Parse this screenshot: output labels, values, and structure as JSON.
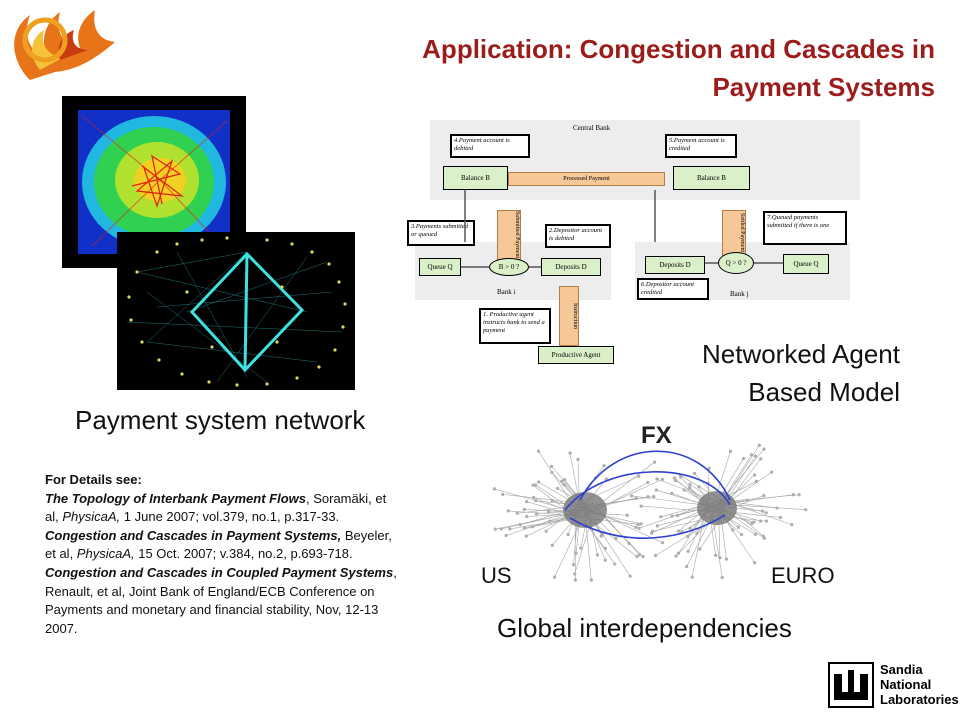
{
  "title_line1": "Application: Congestion and Cascades in",
  "title_line2": "Payment Systems",
  "captions": {
    "network": "Payment system network",
    "abm_line1": "Networked Agent",
    "abm_line2": "Based Model",
    "global": "Global interdependencies"
  },
  "labels": {
    "fx": "FX",
    "us": "US",
    "euro": "EURO"
  },
  "refs": {
    "heading": "For Details see:",
    "r1_title": "The Topology of Interbank Payment Flows",
    "r1_sep": ", ",
    "r1_authors": "Soramäki, et al, ",
    "r1_journal": "PhysicaA,",
    "r1_rest": " 1 June 2007; vol.379, no.1, p.317-33.",
    "r2_title": "Congestion and Cascades in Payment Systems,",
    "r2_authors": " Beyeler, et al, ",
    "r2_journal": "PhysicaA,",
    "r2_rest": " 15 Oct. 2007; v.384, no.2, p.693-718.",
    "r3_title": "Congestion and Cascades in Coupled Payment Systems",
    "r3_rest": ", Renault, et al, Joint Bank of England/ECB Conference on Payments and monetary and financial stability, Nov, 12-13 2007."
  },
  "abm": {
    "central_bank": "Central Bank",
    "box4": "4.Payment account is debited",
    "box5": "5.Payment account is credited",
    "balance_bi": "Balance B",
    "processed": "Processed Payment",
    "balance_bj": "Balance B",
    "box3": "3.Payments submitted or queued",
    "submitted": "Submitted Payment",
    "box2": "2.Depositor account is debited",
    "settled": "Settled Payment",
    "box7": "7.Queued payments submitted if there is one",
    "queue_i": "Queue Q",
    "cond_i": "B > 0 ?",
    "deposits_i": "Deposits D",
    "bank_i": "Bank i",
    "deposits_j": "Deposits D",
    "cond_j": "Q > 0 ?",
    "queue_j": "Queue Q",
    "box6": "6.Depositor account credited",
    "bank_j": "Bank j",
    "box1": "1. Productive agent instructs bank to send a payment",
    "instruction": "Instruction",
    "productive_agent": "Productive Agent"
  },
  "logo": {
    "line1": "Sandia",
    "line2": "National",
    "line3": "Laboratories"
  },
  "colors": {
    "title": "#9c1c1c",
    "box_green": "#d9f0c8",
    "arrow_orange": "#f6c898",
    "fx_link": "#2f3fcf",
    "net_cyan": "#3fe0e0",
    "node_yellow": "#e0d850"
  }
}
